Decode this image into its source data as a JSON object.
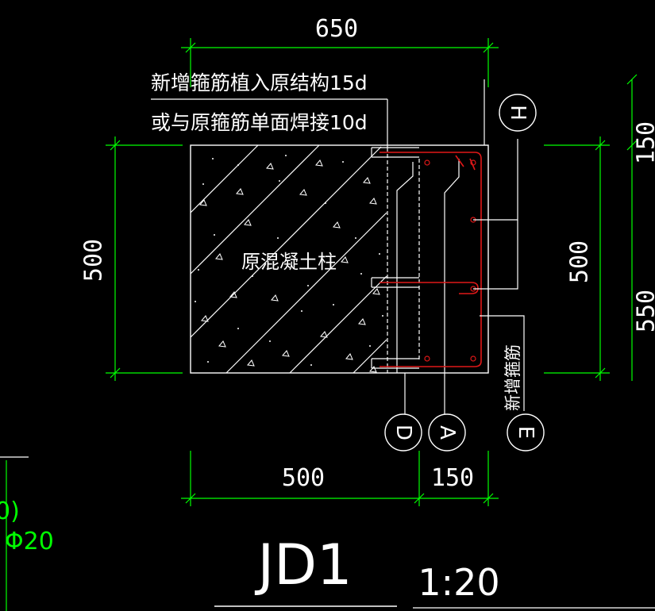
{
  "colors": {
    "background": "#000000",
    "white": "#ffffff",
    "dimension_green": "#00ff00",
    "rebar_red": "#e01818"
  },
  "dimensions": {
    "top_total": "650",
    "bottom_left": "500",
    "bottom_right": "150",
    "left_height": "500",
    "right_upper": "150",
    "right_middle": "500",
    "right_lower": "550"
  },
  "notes": {
    "note_line_1": "新增箍筋植入原结构15d",
    "note_line_2": "或与原箍筋单面焊接10d",
    "column_label": "原混凝土柱",
    "new_stirrup_label": "新增箍筋"
  },
  "markers": {
    "H": "H",
    "D": "D",
    "A": "A",
    "E": "E"
  },
  "title": {
    "name": "JD1",
    "scale": "1:20"
  },
  "edge_fragment": {
    "paren": "0)",
    "rebar_spec": "Φ20"
  }
}
